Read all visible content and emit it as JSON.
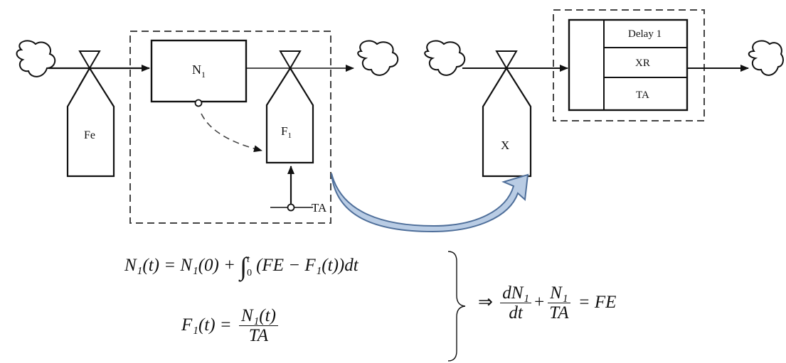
{
  "diagram": {
    "stock_n1": "N1",
    "stock_n1_main": "N",
    "stock_n1_sub": "1",
    "rate_fe": "Fe",
    "rate_f1_main": "F",
    "rate_f1_sub": "1",
    "aux_ta": "TA",
    "rate_x": "X",
    "delay_label": "Delay 1",
    "delay_xr": "XR",
    "delay_ta": "TA"
  },
  "equations": {
    "eq1_left": "N₁(t) = N₁(0) + ",
    "eq1_int_upper": "t",
    "eq1_int_lower": "0",
    "eq1_right": "(FE − F₁(t))dt",
    "eq2_left": "F₁(t) = ",
    "eq2_num": "N₁(t)",
    "eq2_den": "TA",
    "arrow": "⇒",
    "res_num1": "dN₁",
    "res_den1": "dt",
    "res_plus": "+",
    "res_num2": "N₁",
    "res_den2": "TA",
    "res_eq": "= FE"
  },
  "colors": {
    "line": "#111111",
    "arrow_fill": "#b9cce4",
    "arrow_stroke": "#4f6f9a"
  }
}
